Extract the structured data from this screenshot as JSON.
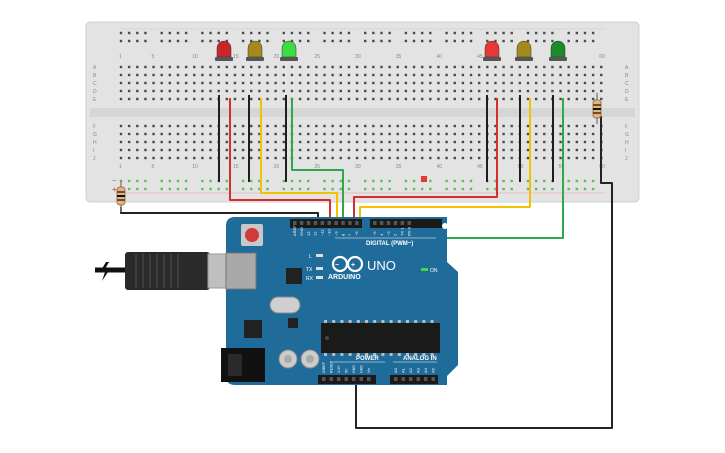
{
  "breadboard": {
    "column_numbers": [
      "1",
      "5",
      "10",
      "15",
      "20",
      "25",
      "30",
      "35",
      "40",
      "45",
      "50",
      "55",
      "60"
    ],
    "row_letters_top": [
      "A",
      "B",
      "C",
      "D",
      "E"
    ],
    "row_letters_bottom": [
      "F",
      "G",
      "H",
      "I",
      "J"
    ],
    "rail_minus": "−",
    "rail_plus": "+"
  },
  "leds": [
    {
      "color_name": "red",
      "color": "#c62828"
    },
    {
      "color_name": "yellow",
      "color": "#a38a1a"
    },
    {
      "color_name": "green",
      "color": "#3ddc40"
    },
    {
      "color_name": "red",
      "color": "#e53935"
    },
    {
      "color_name": "yellow",
      "color": "#a38a1a"
    },
    {
      "color_name": "green",
      "color": "#1b8a2a"
    }
  ],
  "arduino": {
    "brand": "ARDUINO",
    "model": "UNO",
    "digital_label": "DIGITAL (PWM~)",
    "power_label": "POWER",
    "analog_label": "ANALOG IN",
    "led_labels": [
      "L",
      "TX",
      "RX"
    ],
    "on_label": "ON",
    "top_header_pins": [
      "AREF",
      "GND",
      "13",
      "12",
      "~11",
      "~10",
      "~9",
      "8",
      "7",
      "~6",
      "~5",
      "4",
      "~3",
      "2",
      "TX 1",
      "RX 0"
    ],
    "power_pins": [
      "IOREF",
      "RESET",
      "3.3V",
      "5V",
      "GND",
      "GND",
      "Vin"
    ],
    "analog_pins": [
      "A0",
      "A1",
      "A2",
      "A3",
      "A4",
      "A5"
    ],
    "board_color": "#1f6b9a"
  },
  "wire_colors": {
    "red": "#d32f2f",
    "yellow": "#f2c200",
    "green": "#2ea84a",
    "black": "#222222"
  }
}
